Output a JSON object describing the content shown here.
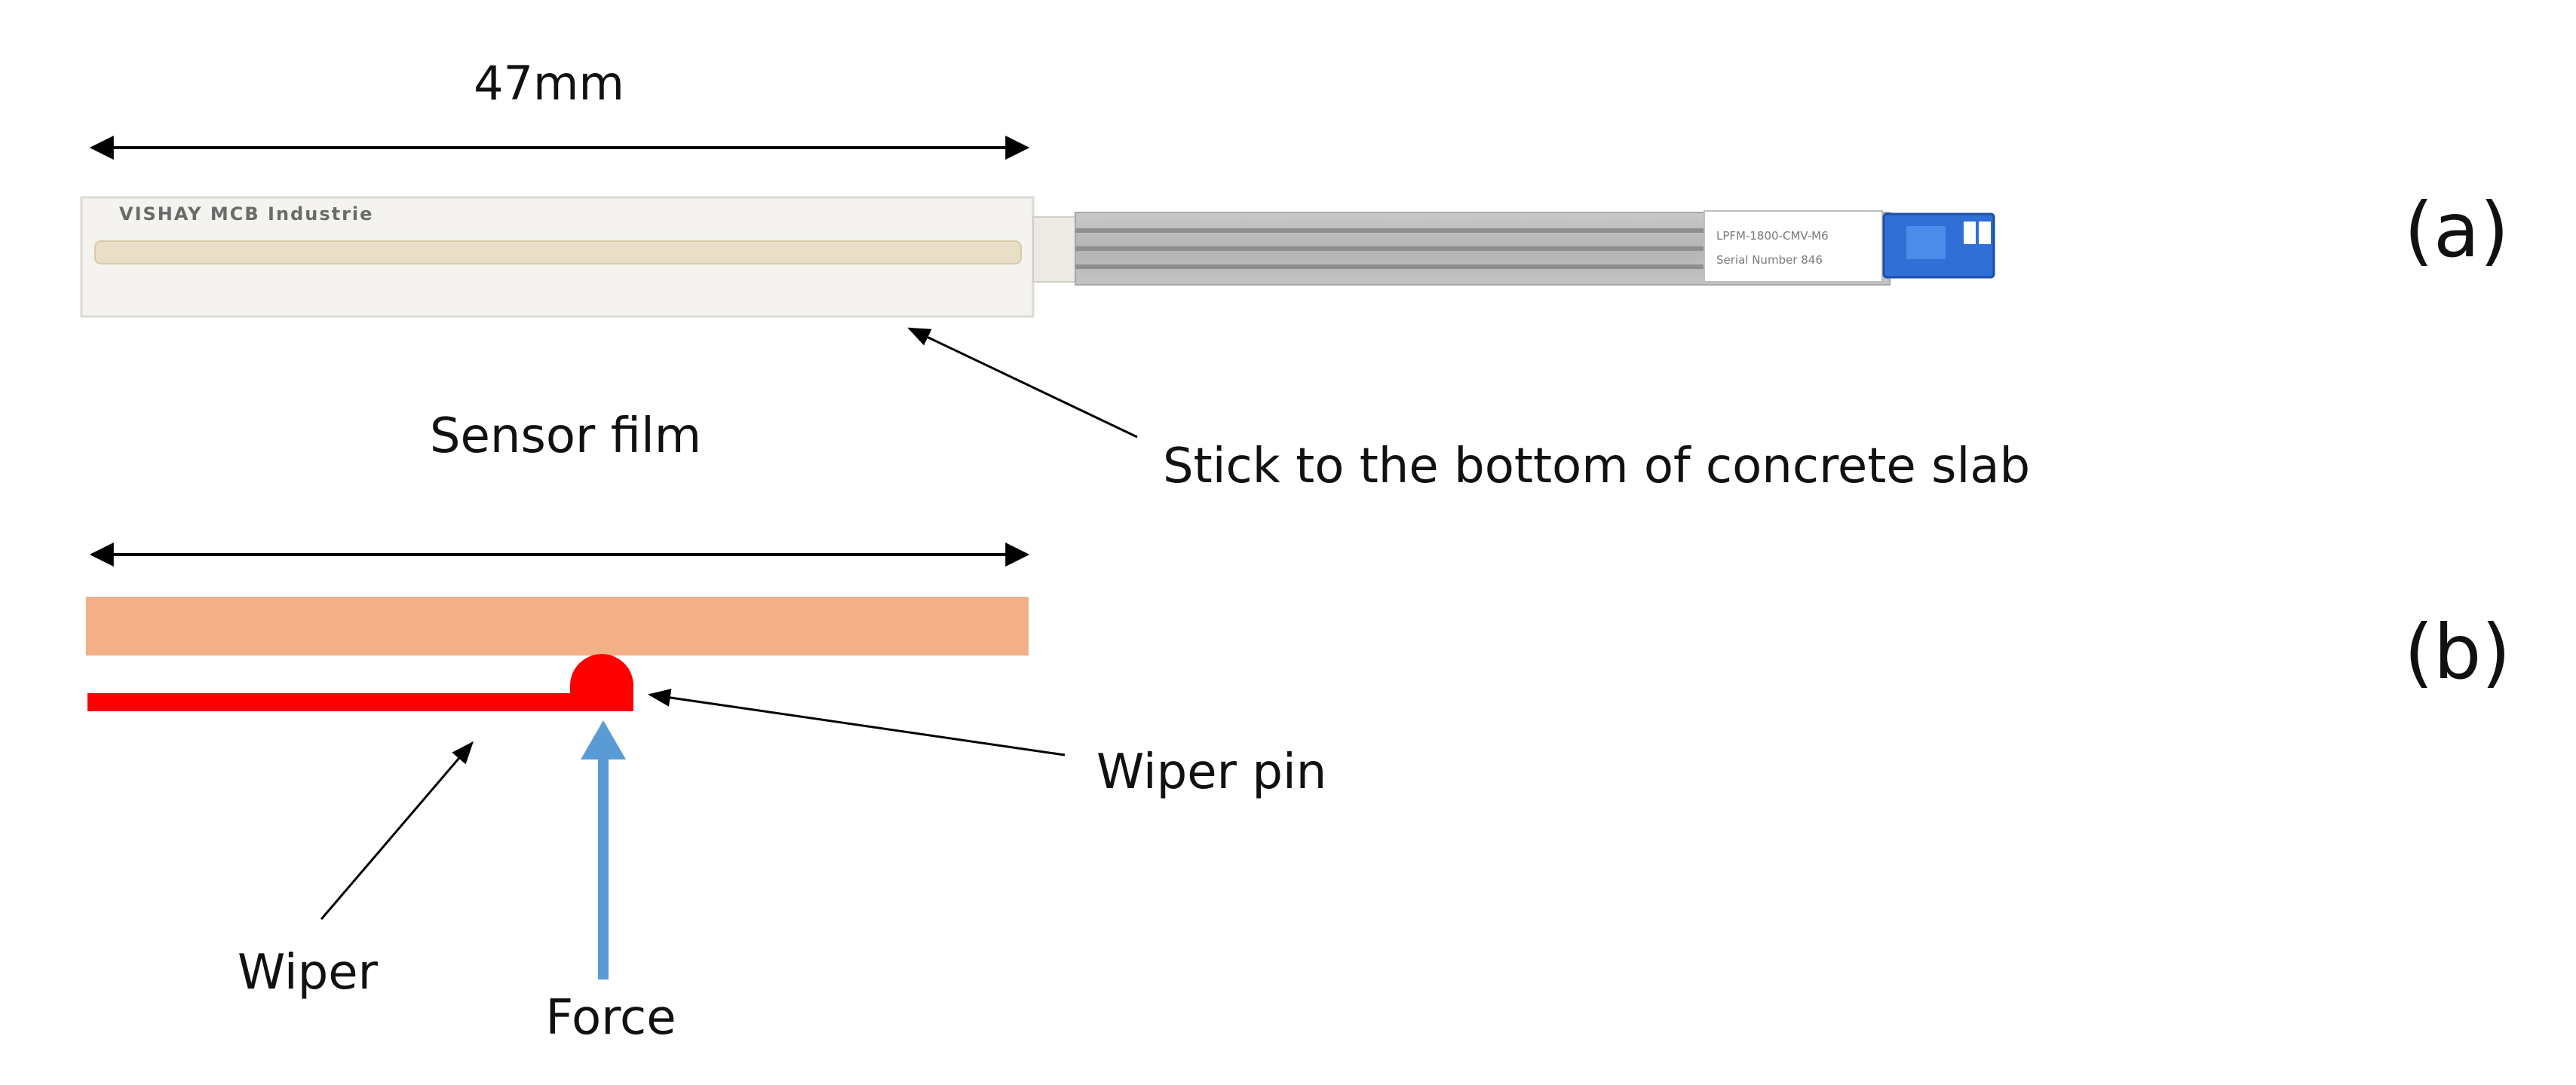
{
  "panel_a": {
    "dimension_label": "47mm",
    "sensor_print": "VISHAY MCB Industrie",
    "tag_line1": "LPFM-1800-CMV-M6",
    "tag_line2": "Serial Number  846",
    "sensor_film_label": "Sensor film",
    "annotation": "Stick to the bottom of concrete slab",
    "panel_label": "(a)"
  },
  "panel_b": {
    "wiper_pin_label": "Wiper pin",
    "wiper_label": "Wiper",
    "force_label": "Force",
    "panel_label": "(b)"
  },
  "colors": {
    "strip": "#f3b088",
    "wiper": "#ff0000",
    "force_arrow": "#5b9bd5",
    "connector": "#2f6fd6"
  }
}
